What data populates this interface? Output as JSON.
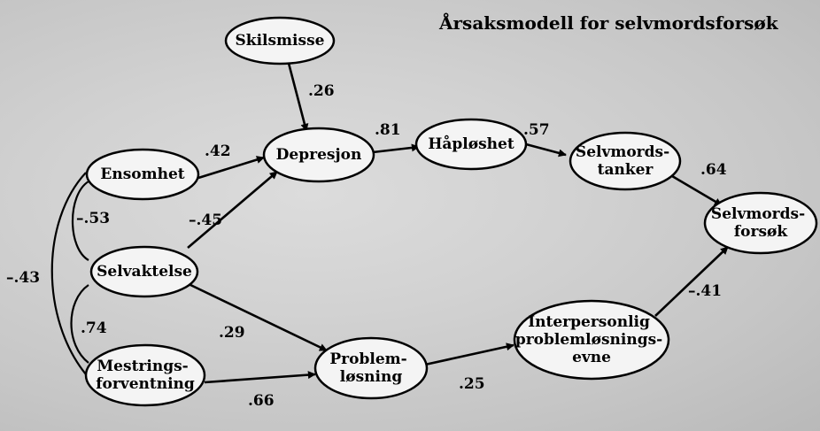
{
  "title": "Årsaksmodell for selvmordsforsøk",
  "nodes": {
    "skilsmisse": [
      "Skilsmisse"
    ],
    "ensomhet": [
      "Ensomhet"
    ],
    "selvaktelse": [
      "Selvaktelse"
    ],
    "mestringsforventning": [
      "Mestrings-",
      "forventning"
    ],
    "depresjon": [
      "Depresjon"
    ],
    "haploshet": [
      "Håpløshet"
    ],
    "selvmordstanker": [
      "Selvmords-",
      "tanker"
    ],
    "selvmordsforsok": [
      "Selvmords-",
      "forsøk"
    ],
    "problemlosning": [
      "Problem-",
      "løsning"
    ],
    "interpersonlig": [
      "Interpersonlig",
      "problemløsnings-",
      "evne"
    ]
  },
  "paths": [
    {
      "from": "skilsmisse",
      "to": "depresjon",
      "coef": ".26"
    },
    {
      "from": "ensomhet",
      "to": "depresjon",
      "coef": ".42"
    },
    {
      "from": "selvaktelse",
      "to": "depresjon",
      "coef": "–.45"
    },
    {
      "from": "depresjon",
      "to": "haploshet",
      "coef": ".81"
    },
    {
      "from": "haploshet",
      "to": "selvmordstanker",
      "coef": ".57"
    },
    {
      "from": "selvmordstanker",
      "to": "selvmordsforsok",
      "coef": ".64"
    },
    {
      "from": "selvaktelse",
      "to": "problemlosning",
      "coef": ".29"
    },
    {
      "from": "mestringsforventning",
      "to": "problemlosning",
      "coef": ".66"
    },
    {
      "from": "problemlosning",
      "to": "interpersonlig",
      "coef": ".25"
    },
    {
      "from": "interpersonlig",
      "to": "selvmordsforsok",
      "coef": "–.41"
    }
  ],
  "correlations": [
    {
      "between": [
        "ensomhet",
        "selvaktelse"
      ],
      "coef": "–.53"
    },
    {
      "between": [
        "selvaktelse",
        "mestringsforventning"
      ],
      "coef": ".74"
    },
    {
      "between": [
        "ensomhet",
        "mestringsforventning"
      ],
      "coef": "–.43"
    }
  ]
}
